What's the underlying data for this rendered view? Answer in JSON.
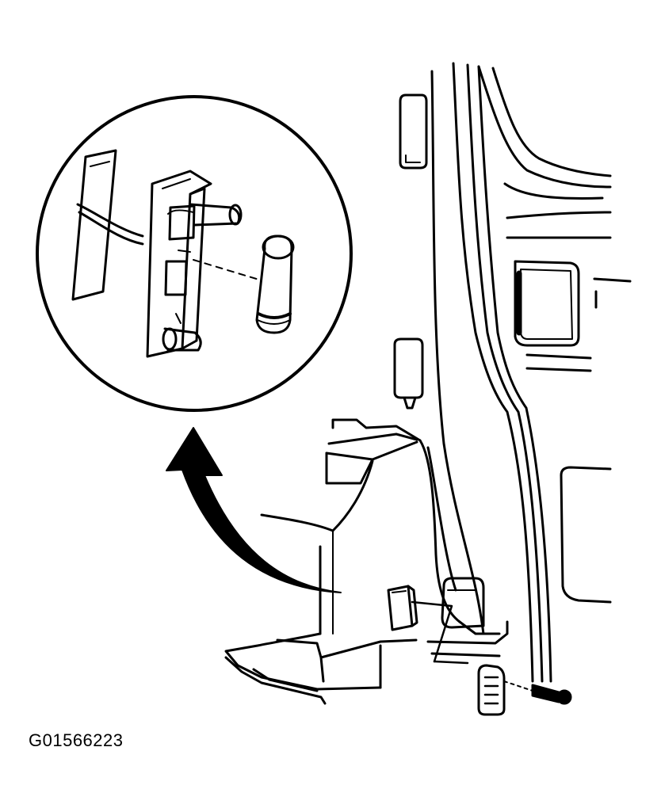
{
  "figure": {
    "id_label": "G01566223"
  },
  "colors": {
    "line": "#000000",
    "background": "#ffffff"
  },
  "parts": [
    "detail-magnifier-circle",
    "lamp-socket",
    "festoon-bulb",
    "wire-harness",
    "callout-arrow",
    "door-jamb-panel",
    "courtesy-lamp-housing",
    "lamp-lens",
    "retaining-screw"
  ]
}
